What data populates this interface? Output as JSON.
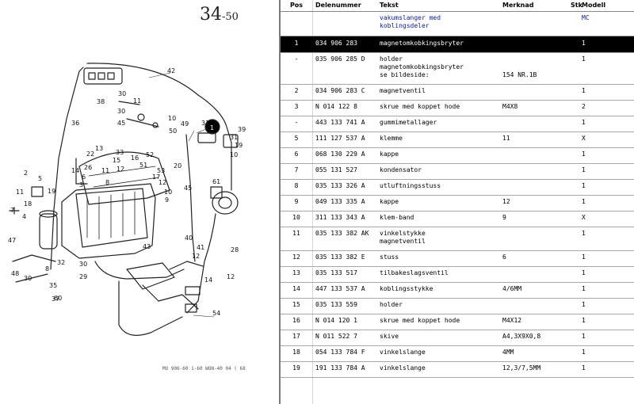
{
  "diagram": {
    "sheet_number": "34",
    "sheet_suffix": "-50",
    "footer_stamp": "MU 906-60   1-60      WON-40 04 ( 68",
    "callouts": [
      "42",
      "1",
      "31",
      "39",
      "30",
      "38",
      "11",
      "30",
      "10",
      "49",
      "36",
      "45",
      "50",
      "31",
      "13",
      "22",
      "33",
      "15",
      "19",
      "16",
      "52",
      "12",
      "51",
      "53",
      "10",
      "17",
      "2",
      "5",
      "11",
      "14",
      "26",
      "11",
      "6",
      "3",
      "8",
      "20",
      "12",
      "10",
      "9",
      "19",
      "18",
      "4",
      "7",
      "61",
      "45",
      "47",
      "40",
      "48",
      "30",
      "41",
      "12",
      "32",
      "30",
      "29",
      "8",
      "35",
      "60",
      "43",
      "28",
      "37",
      "54",
      "12",
      "14"
    ]
  },
  "table": {
    "headers": {
      "pos": "Pos",
      "part_number": "Delenummer",
      "text": "Tekst",
      "remark": "Merknad",
      "qty": "Stk",
      "model": "Modell"
    },
    "group": {
      "text": "vakumslanger med\nkoblingsdeler",
      "model": "MC"
    },
    "rows": [
      {
        "pos": "1",
        "number": "034 906 283",
        "text": "magnetomkobkingsbryter",
        "remark": "",
        "qty": "1",
        "selected": true
      },
      {
        "pos": "-",
        "number": "035 906 285 D",
        "text": "holder\nmagnetomkobkingsbryter\n        se bildeside:",
        "remark": "154 NR.1B",
        "qty": "1",
        "selected": false
      },
      {
        "pos": "2",
        "number": "034 906 283 C",
        "text": "magnetventil",
        "remark": "",
        "qty": "1",
        "selected": false
      },
      {
        "pos": "3",
        "number": "N    014 122 8",
        "text": "skrue med koppet hode",
        "remark": "M4X8",
        "qty": "2",
        "selected": false
      },
      {
        "pos": "-",
        "number": "443 133 741 A",
        "text": "gummimetallager",
        "remark": "",
        "qty": "1",
        "selected": false
      },
      {
        "pos": "5",
        "number": "111 127 537 A",
        "text": "klemme",
        "remark": "11",
        "qty": "X",
        "selected": false
      },
      {
        "pos": "6",
        "number": "068 130 229 A",
        "text": "kappe",
        "remark": "",
        "qty": "1",
        "selected": false
      },
      {
        "pos": "7",
        "number": "055 131 527",
        "text": "kondensator",
        "remark": "",
        "qty": "1",
        "selected": false
      },
      {
        "pos": "8",
        "number": "035 133 326 A",
        "text": "utluftningsstuss",
        "remark": "",
        "qty": "1",
        "selected": false
      },
      {
        "pos": "9",
        "number": "049 133 335 A",
        "text": "kappe",
        "remark": "12",
        "qty": "1",
        "selected": false
      },
      {
        "pos": "10",
        "number": "311 133 343 A",
        "text": "klem-band",
        "remark": "9",
        "qty": "X",
        "selected": false
      },
      {
        "pos": "11",
        "number": "035 133 382 AK",
        "text": "vinkelstykke\nmagnetventil",
        "remark": "",
        "qty": "1",
        "selected": false
      },
      {
        "pos": "12",
        "number": "035 133 382 E",
        "text": "stuss",
        "remark": "6",
        "qty": "1",
        "selected": false
      },
      {
        "pos": "13",
        "number": "035 133 517",
        "text": "tilbakeslagsventil",
        "remark": "",
        "qty": "1",
        "selected": false
      },
      {
        "pos": "14",
        "number": "447 133 537 A",
        "text": "koblingsstykke",
        "remark": "4/6MM",
        "qty": "1",
        "selected": false
      },
      {
        "pos": "15",
        "number": "035 133 559",
        "text": "holder",
        "remark": "",
        "qty": "1",
        "selected": false
      },
      {
        "pos": "16",
        "number": "N    014 120 1",
        "text": "skrue med koppet hode",
        "remark": "M4X12",
        "qty": "1",
        "selected": false
      },
      {
        "pos": "17",
        "number": "N    011 522 7",
        "text": "skive",
        "remark": "A4,3X9X0,8",
        "qty": "1",
        "selected": false
      },
      {
        "pos": "18",
        "number": "054 133 784 F",
        "text": "vinkelslange",
        "remark": "4MM",
        "qty": "1",
        "selected": false
      },
      {
        "pos": "19",
        "number": "191 133 784 A",
        "text": "vinkelslange",
        "remark": "12,3/7,5MM",
        "qty": "1",
        "selected": false
      }
    ]
  }
}
